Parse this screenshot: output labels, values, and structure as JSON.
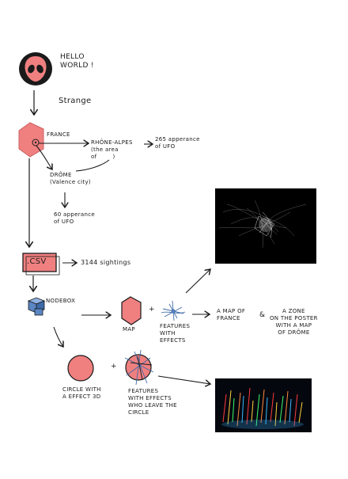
{
  "nodes": {
    "hello": "HELLO\nWORLD !",
    "strange": "Strange",
    "france": "FRANCE",
    "rhone": "RHÔNE-ALPES\n(the area\nof        )",
    "ufo265": "265 apperance\nof UFO",
    "drome": "DRÔME\n(Valence city)",
    "ufo60": "60 apperance\nof UFO",
    "csv": ".CSV",
    "sightings": "3144 sightings",
    "nodebox": "NODEBOX",
    "map": "MAP",
    "plus1": "+",
    "features1": "FEATURES\nWITH\nEFFECTS",
    "amapof": "A MAP OF\nFRANCE",
    "amp": "&",
    "azone": "A ZONE\nON THE POSTER\nWITH A MAP\nOF DRÔME",
    "circle": "CIRCLE WITH\nA EFFECT 3D",
    "plus2": "+",
    "features2": "FEATURES\nWITH EFFECTS\nWHO LEAVE THE\nCIRCLE"
  },
  "colors": {
    "accent": "#f08080",
    "ink": "#1a1a1a",
    "blue": "#5b86c4"
  }
}
